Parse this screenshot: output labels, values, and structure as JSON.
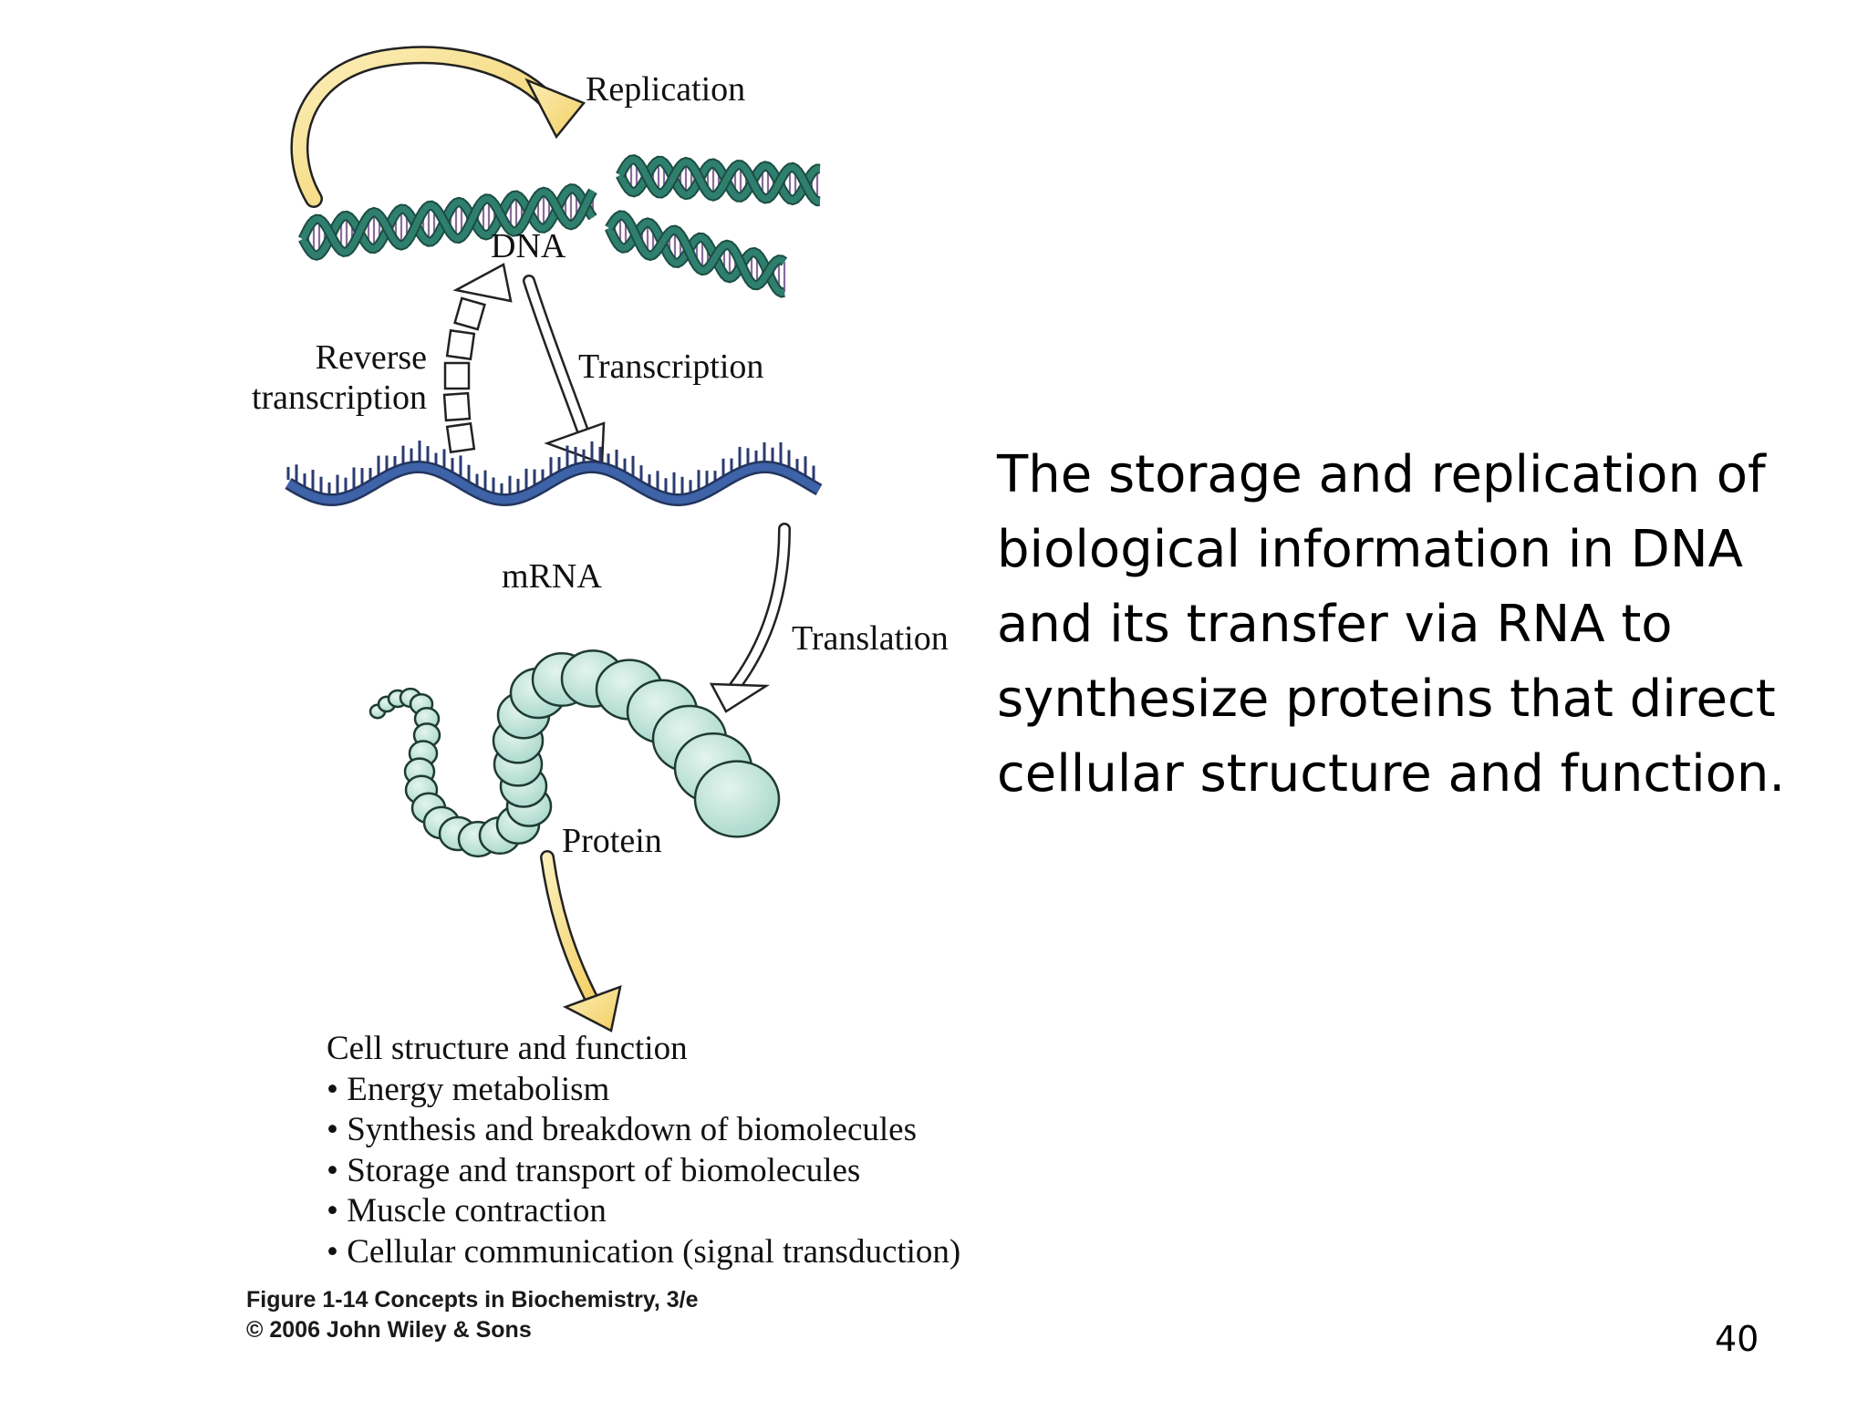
{
  "figure": {
    "labels": {
      "replication": "Replication",
      "dna": "DNA",
      "reverse_line1": "Reverse",
      "reverse_line2": "transcription",
      "transcription": "Transcription",
      "mrna": "mRNA",
      "translation": "Translation",
      "protein": "Protein"
    },
    "functions": {
      "heading": "Cell structure and function",
      "items": [
        "Energy metabolism",
        "Synthesis and breakdown of biomolecules",
        "Storage and transport of biomolecules",
        "Muscle contraction",
        "Cellular communication (signal transduction)"
      ]
    },
    "credit": {
      "line1": "Figure 1-14  Concepts in Biochemistry, 3/e",
      "line2": "© 2006 John Wiley & Sons"
    },
    "colors": {
      "dna_backbone": "#2f7f6e",
      "dna_base_pair": "#8a6a9a",
      "mrna_backbone": "#3e63a8",
      "protein_bead": "#bfe3d8",
      "yellow_arrow": "#f6d77c"
    }
  },
  "caption": "The storage and replication of biological information in DNA and its transfer via RNA to synthesize proteins that direct cellular structure and function.",
  "page_number": "40"
}
